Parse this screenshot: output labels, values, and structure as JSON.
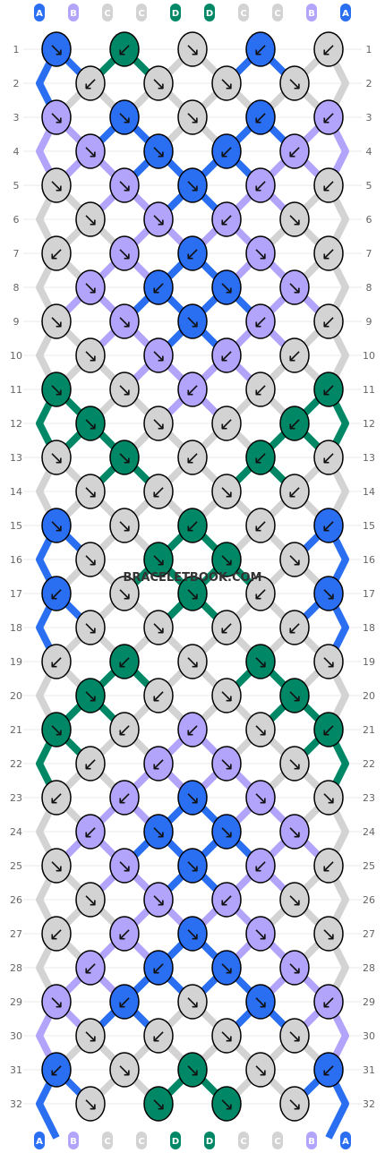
{
  "site_watermark": "BRACELETBOOK.COM",
  "colors": {
    "A": "#2a6ef2",
    "B": "#b2a4fa",
    "C": "#d3d3d3",
    "D": "#008866"
  },
  "strings": [
    "A",
    "B",
    "C",
    "C",
    "D",
    "D",
    "C",
    "C",
    "B",
    "A"
  ],
  "row_count": 32,
  "pattern": {
    "type": "normal friendship bracelet",
    "rows": [
      [
        {
          "c": "A",
          "a": "se"
        },
        {
          "c": "D",
          "a": "sw"
        },
        {
          "c": "C",
          "a": "se"
        },
        {
          "c": "A",
          "a": "sw"
        },
        {
          "c": "C",
          "a": "sw"
        }
      ],
      [
        {
          "c": "C",
          "a": "sw"
        },
        {
          "c": "C",
          "a": "se"
        },
        {
          "c": "C",
          "a": "se"
        },
        {
          "c": "C",
          "a": "se"
        }
      ],
      [
        {
          "c": "B",
          "a": "se"
        },
        {
          "c": "A",
          "a": "se"
        },
        {
          "c": "C",
          "a": "se"
        },
        {
          "c": "A",
          "a": "sw"
        },
        {
          "c": "B",
          "a": "sw"
        }
      ],
      [
        {
          "c": "B",
          "a": "se"
        },
        {
          "c": "A",
          "a": "se"
        },
        {
          "c": "A",
          "a": "sw"
        },
        {
          "c": "B",
          "a": "sw"
        }
      ],
      [
        {
          "c": "C",
          "a": "se"
        },
        {
          "c": "B",
          "a": "se"
        },
        {
          "c": "A",
          "a": "se"
        },
        {
          "c": "B",
          "a": "sw"
        },
        {
          "c": "C",
          "a": "sw"
        }
      ],
      [
        {
          "c": "C",
          "a": "se"
        },
        {
          "c": "B",
          "a": "se"
        },
        {
          "c": "B",
          "a": "sw"
        },
        {
          "c": "C",
          "a": "se"
        }
      ],
      [
        {
          "c": "C",
          "a": "sw"
        },
        {
          "c": "B",
          "a": "se"
        },
        {
          "c": "A",
          "a": "sw"
        },
        {
          "c": "B",
          "a": "se"
        },
        {
          "c": "C",
          "a": "sw"
        }
      ],
      [
        {
          "c": "B",
          "a": "se"
        },
        {
          "c": "A",
          "a": "sw"
        },
        {
          "c": "A",
          "a": "se"
        },
        {
          "c": "B",
          "a": "se"
        }
      ],
      [
        {
          "c": "C",
          "a": "se"
        },
        {
          "c": "B",
          "a": "se"
        },
        {
          "c": "A",
          "a": "se"
        },
        {
          "c": "B",
          "a": "sw"
        },
        {
          "c": "C",
          "a": "sw"
        }
      ],
      [
        {
          "c": "C",
          "a": "se"
        },
        {
          "c": "B",
          "a": "se"
        },
        {
          "c": "B",
          "a": "sw"
        },
        {
          "c": "C",
          "a": "sw"
        }
      ],
      [
        {
          "c": "D",
          "a": "se"
        },
        {
          "c": "C",
          "a": "se"
        },
        {
          "c": "B",
          "a": "sw"
        },
        {
          "c": "C",
          "a": "sw"
        },
        {
          "c": "D",
          "a": "sw"
        }
      ],
      [
        {
          "c": "D",
          "a": "se"
        },
        {
          "c": "C",
          "a": "se"
        },
        {
          "c": "C",
          "a": "sw"
        },
        {
          "c": "D",
          "a": "sw"
        }
      ],
      [
        {
          "c": "C",
          "a": "se"
        },
        {
          "c": "D",
          "a": "se"
        },
        {
          "c": "C",
          "a": "sw"
        },
        {
          "c": "D",
          "a": "sw"
        },
        {
          "c": "C",
          "a": "sw"
        }
      ],
      [
        {
          "c": "C",
          "a": "se"
        },
        {
          "c": "C",
          "a": "sw"
        },
        {
          "c": "C",
          "a": "se"
        },
        {
          "c": "C",
          "a": "sw"
        }
      ],
      [
        {
          "c": "A",
          "a": "se"
        },
        {
          "c": "C",
          "a": "se"
        },
        {
          "c": "D",
          "a": "sw"
        },
        {
          "c": "C",
          "a": "sw"
        },
        {
          "c": "A",
          "a": "sw"
        }
      ],
      [
        {
          "c": "C",
          "a": "se"
        },
        {
          "c": "D",
          "a": "se"
        },
        {
          "c": "D",
          "a": "se"
        },
        {
          "c": "C",
          "a": "se"
        }
      ],
      [
        {
          "c": "A",
          "a": "sw"
        },
        {
          "c": "C",
          "a": "se"
        },
        {
          "c": "D",
          "a": "se"
        },
        {
          "c": "C",
          "a": "sw"
        },
        {
          "c": "A",
          "a": "se"
        }
      ],
      [
        {
          "c": "C",
          "a": "se"
        },
        {
          "c": "C",
          "a": "se"
        },
        {
          "c": "C",
          "a": "sw"
        },
        {
          "c": "C",
          "a": "sw"
        }
      ],
      [
        {
          "c": "C",
          "a": "sw"
        },
        {
          "c": "D",
          "a": "sw"
        },
        {
          "c": "C",
          "a": "se"
        },
        {
          "c": "D",
          "a": "se"
        },
        {
          "c": "C",
          "a": "se"
        }
      ],
      [
        {
          "c": "D",
          "a": "se"
        },
        {
          "c": "C",
          "a": "sw"
        },
        {
          "c": "C",
          "a": "se"
        },
        {
          "c": "D",
          "a": "se"
        }
      ],
      [
        {
          "c": "D",
          "a": "se"
        },
        {
          "c": "C",
          "a": "sw"
        },
        {
          "c": "B",
          "a": "sw"
        },
        {
          "c": "C",
          "a": "se"
        },
        {
          "c": "D",
          "a": "sw"
        }
      ],
      [
        {
          "c": "C",
          "a": "sw"
        },
        {
          "c": "B",
          "a": "sw"
        },
        {
          "c": "B",
          "a": "se"
        },
        {
          "c": "C",
          "a": "se"
        }
      ],
      [
        {
          "c": "C",
          "a": "sw"
        },
        {
          "c": "B",
          "a": "sw"
        },
        {
          "c": "A",
          "a": "se"
        },
        {
          "c": "B",
          "a": "se"
        },
        {
          "c": "C",
          "a": "se"
        }
      ],
      [
        {
          "c": "B",
          "a": "sw"
        },
        {
          "c": "A",
          "a": "se"
        },
        {
          "c": "A",
          "a": "se"
        },
        {
          "c": "B",
          "a": "se"
        }
      ],
      [
        {
          "c": "C",
          "a": "se"
        },
        {
          "c": "B",
          "a": "se"
        },
        {
          "c": "A",
          "a": "se"
        },
        {
          "c": "B",
          "a": "sw"
        },
        {
          "c": "C",
          "a": "sw"
        }
      ],
      [
        {
          "c": "C",
          "a": "se"
        },
        {
          "c": "B",
          "a": "se"
        },
        {
          "c": "B",
          "a": "sw"
        },
        {
          "c": "C",
          "a": "se"
        }
      ],
      [
        {
          "c": "C",
          "a": "sw"
        },
        {
          "c": "B",
          "a": "sw"
        },
        {
          "c": "A",
          "a": "se"
        },
        {
          "c": "B",
          "a": "se"
        },
        {
          "c": "C",
          "a": "se"
        }
      ],
      [
        {
          "c": "B",
          "a": "sw"
        },
        {
          "c": "A",
          "a": "sw"
        },
        {
          "c": "A",
          "a": "se"
        },
        {
          "c": "B",
          "a": "se"
        }
      ],
      [
        {
          "c": "B",
          "a": "se"
        },
        {
          "c": "A",
          "a": "sw"
        },
        {
          "c": "C",
          "a": "se"
        },
        {
          "c": "A",
          "a": "se"
        },
        {
          "c": "B",
          "a": "sw"
        }
      ],
      [
        {
          "c": "C",
          "a": "se"
        },
        {
          "c": "C",
          "a": "sw"
        },
        {
          "c": "C",
          "a": "se"
        },
        {
          "c": "C",
          "a": "se"
        }
      ],
      [
        {
          "c": "A",
          "a": "sw"
        },
        {
          "c": "C",
          "a": "se"
        },
        {
          "c": "D",
          "a": "se"
        },
        {
          "c": "C",
          "a": "se"
        },
        {
          "c": "A",
          "a": "sw"
        }
      ],
      [
        {
          "c": "C",
          "a": "se"
        },
        {
          "c": "D",
          "a": "se"
        },
        {
          "c": "D",
          "a": "se"
        },
        {
          "c": "C",
          "a": "se"
        }
      ]
    ]
  }
}
